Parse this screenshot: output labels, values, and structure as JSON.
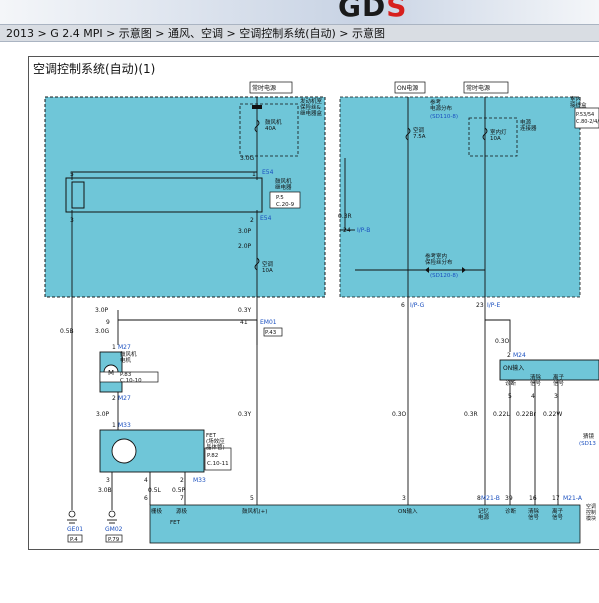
{
  "header": {
    "logo_main": "GD",
    "logo_accent": "S"
  },
  "breadcrumb": "2013 > G 2.4 MPI > 示意图 > 通风、空调 > 空调控制系统(自动) > 示意图",
  "diagram": {
    "title": "空调控制系统(自动)(1)",
    "colors": {
      "fill": "#6fc6d8",
      "line": "#111111",
      "accent": "#1a4fbf"
    },
    "labels": {
      "hot_power_1": "常时电源",
      "engine_room_box": "发动机室\n保险丝&\n继电器盒",
      "fuse_40a": "鼓风机\n40A",
      "w_30g": "3.0G",
      "e54_top": "E54",
      "blower_relay": "鼓风机\n继电器",
      "p5": "P.5",
      "c209": "C.20-9",
      "e54_bot": "E54",
      "w_30p_a": "3.0P",
      "w_20p": "2.0P",
      "fuse_ac_10a": "空调\n10A",
      "w_03r": "0.3R",
      "ip_b": "I/P-B",
      "on_power": "ON电源",
      "hot_power_2": "常时电源",
      "ref_power_dist": "参考\n电源分布",
      "sd110": "(SD110-8)",
      "fuse_ac_75a": "空调\n7.5A",
      "power_conn": "电源\n连接器",
      "fuse_room_lamp": "室内灯\n10A",
      "ref_fuse_dist": "参考室内\n保险丝分布",
      "sd120": "(SD120-8)",
      "interior_box": "室内\n接线盒",
      "p53": "P.53/54",
      "c80": "C.80-2/4/",
      "w_30p_b": "3.0P",
      "w_03y_a": "0.3Y",
      "em01": "EM01",
      "p43": "P.43",
      "w_05b": "0.5B",
      "w_30g_b": "3.0G",
      "m27_top": "M27",
      "blower_motor": "鼓风机\n电机",
      "p83": "P.83",
      "c1010": "C.10-10",
      "m27_bot": "M27",
      "w_30p_c": "3.0P",
      "m33_top": "M33",
      "fet_label": "FET\n(场效应\n晶体管)",
      "p82": "P.82",
      "c1011": "C.10-11",
      "w_30b": "3.0B",
      "w_05l": "0.5L",
      "w_05p": "0.5P",
      "m33_bot": "M33",
      "w_03y_b": "0.3Y",
      "ip_g": "I/P-G",
      "ip_e": "I/P-E",
      "w_03o_a": "0.3O",
      "m24": "M24",
      "on_input_top": "ON输入",
      "diag": "诊断",
      "clear_sig": "清除\n信号",
      "clutch_sig": "离子\n信号",
      "w_03o_b": "0.3O",
      "w_03r_b": "0.3R",
      "w_022l": "0.22L",
      "w_022br": "0.22Br",
      "w_022w": "0.22W",
      "sensor_side": "猜镜",
      "sd13": "(SD13",
      "m21b": "M21-B",
      "m21a": "M21-A",
      "ac_ctrl": "空调\n控制\n模块",
      "bot_gate": "栅极",
      "bot_source": "源极",
      "bot_fet": "FET",
      "bot_blower": "鼓风机(+)",
      "bot_on": "ON输入",
      "bot_mem": "记忆\n电源",
      "bot_diag": "诊断",
      "bot_clear": "清除\n信号",
      "bot_clutch": "离子\n信号",
      "ge01": "GE01",
      "p4": "P.4",
      "gm02": "GM02",
      "p79": "P.79",
      "pin_5a": "5",
      "pin_1a": "1",
      "pin_3a": "3",
      "pin_2a": "2",
      "pin_24": "24",
      "pin_6": "6",
      "pin_23": "23",
      "pin_9": "9",
      "pin_41": "41",
      "pin_1b": "1",
      "pin_2b": "2",
      "pin_1c": "1",
      "pin_3b": "3",
      "pin_4": "4",
      "pin_2c": "2",
      "pin_6b": "6",
      "pin_7": "7",
      "pin_5b": "5",
      "pin_3c": "3",
      "pin_8": "8",
      "pin_39": "39",
      "pin_16": "16",
      "pin_17": "17",
      "pin_2d": "2",
      "pin_5c": "5",
      "pin_4b": "4",
      "pin_3d": "3"
    }
  }
}
